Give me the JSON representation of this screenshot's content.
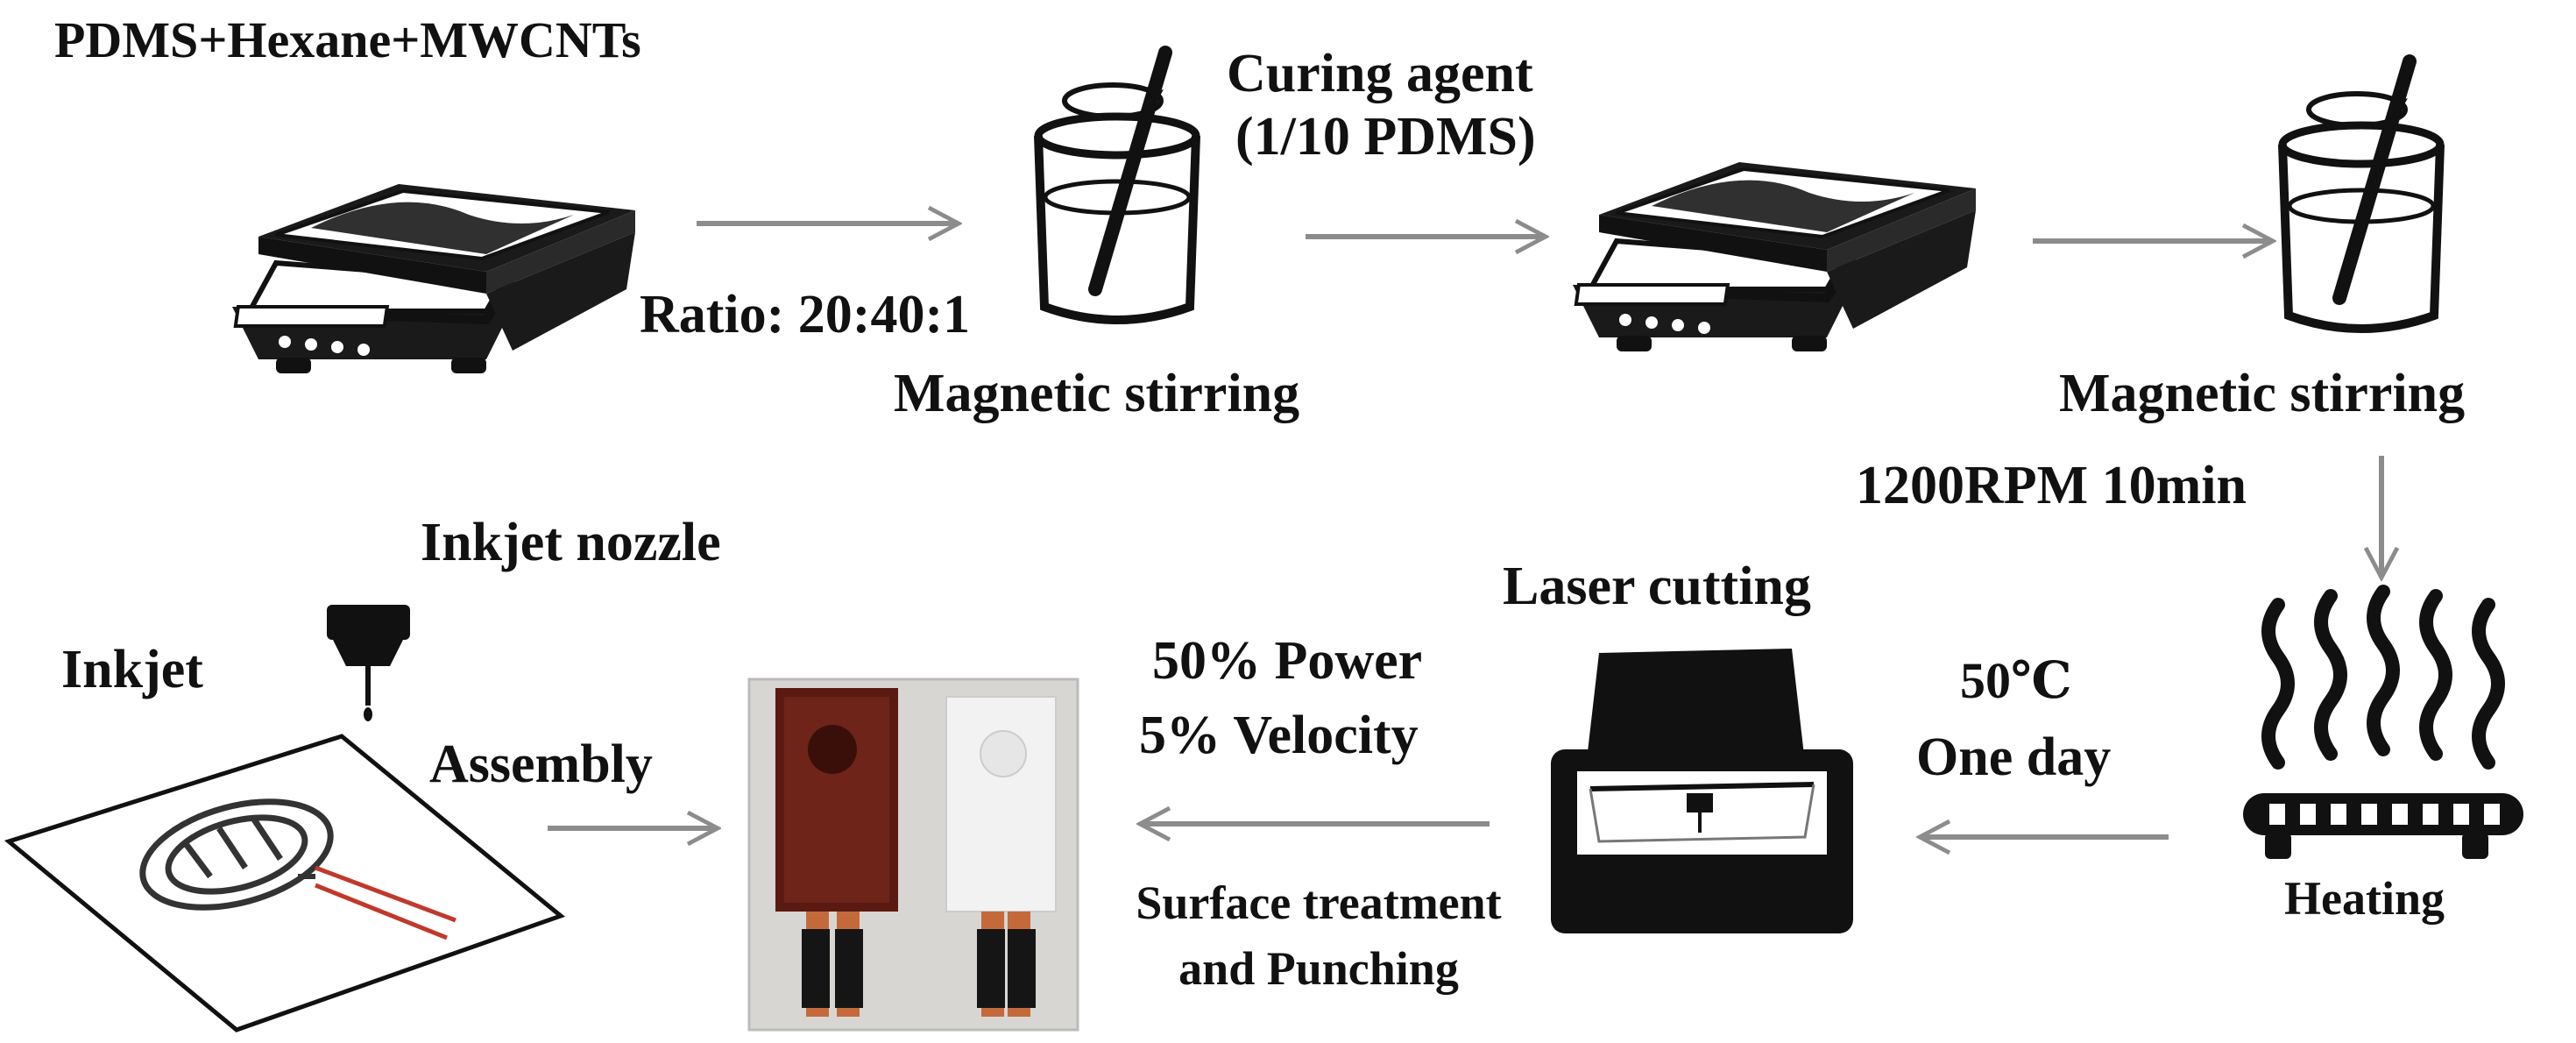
{
  "diagram": {
    "labels": {
      "materials": "PDMS+Hexane+MWCNTs",
      "ratio": "Ratio: 20:40:1",
      "curing_line1": "Curing agent",
      "curing_line2": "(1/10 PDMS)",
      "stirring_1": "Magnetic stirring",
      "stirring_2": "Magnetic stirring",
      "rpm": "1200RPM  10min",
      "heating": "Heating",
      "temp_line1": "50℃",
      "temp_line2": "One day",
      "laser": "Laser cutting",
      "power": "50% Power",
      "velocity": "5% Velocity",
      "surface_line1": "Surface treatment",
      "surface_line2": "and Punching",
      "nozzle": "Inkjet nozzle",
      "inkjet": "Inkjet",
      "assembly": "Assembly"
    },
    "icons": [
      "balance-scale-icon",
      "beaker-stirring-icon",
      "balance-scale-icon",
      "beaker-stirring-icon",
      "heating-plate-icon",
      "laser-cutter-icon",
      "sensor-photo",
      "inkjet-nozzle-icon",
      "printed-electrode-sheet-icon"
    ],
    "colors": {
      "ink": "#111111",
      "arrow": "#8c8c8c",
      "sensor_dark": "#5a1a12",
      "sensor_light": "#f2f2f2",
      "wire": "#c46a3a"
    }
  }
}
